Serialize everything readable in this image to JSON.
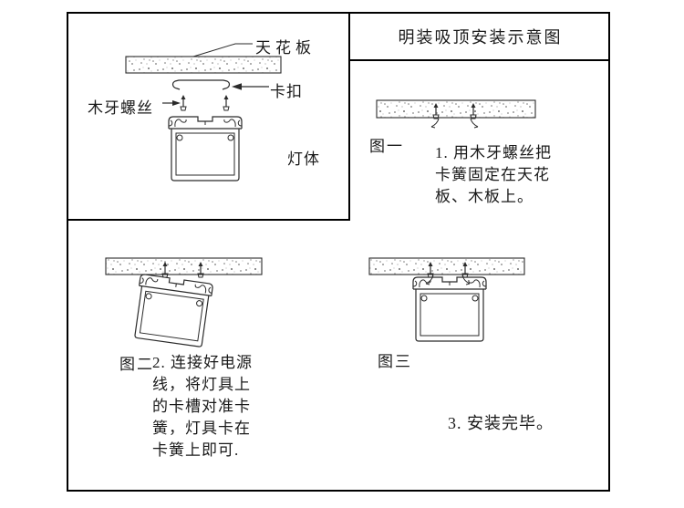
{
  "title": "明装吸顶安装示意图",
  "detail_panel": {
    "labels": {
      "ceiling_board": "天花板",
      "buckle": "卡扣",
      "wood_screw": "木牙螺丝",
      "lamp_body": "灯体"
    }
  },
  "figures": {
    "fig1": {
      "caption": "图一",
      "step_text": "1. 用木牙螺丝把\n卡簧固定在天花\n板、木板上。"
    },
    "fig2": {
      "caption": "图二",
      "step_text": "2. 连接好电源\n线，将灯具上\n的卡槽对准卡\n簧，灯具卡在\n卡簧上即可."
    },
    "fig3": {
      "caption": "图三",
      "step_text": "3. 安装完毕。"
    }
  },
  "colors": {
    "line": "#2a2a2a",
    "border": "#000000",
    "stipple": "#777777",
    "background": "#ffffff",
    "text": "#1a1a1a"
  }
}
